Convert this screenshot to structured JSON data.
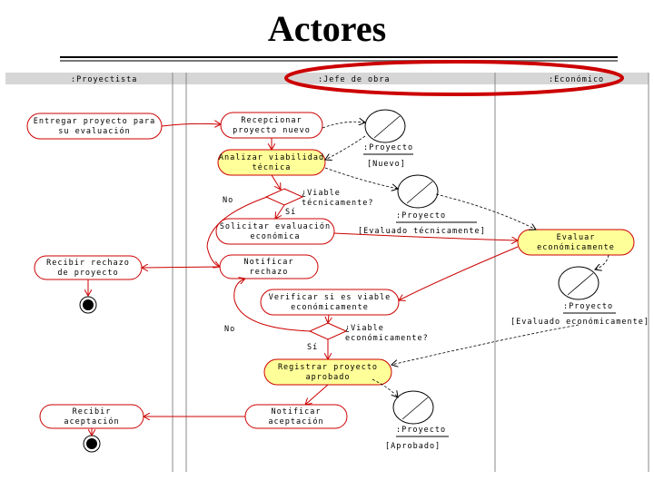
{
  "title": "Actores",
  "lanes": [
    ":Proyectista",
    ":Jefe de obra",
    ":Económico"
  ],
  "activities": {
    "entregar": [
      "Entregar proyecto para",
      "su evaluación"
    ],
    "recepcionar": [
      "Recepcionar",
      "proyecto nuevo"
    ],
    "analizar": [
      "Analizar viabilidad",
      "técnica"
    ],
    "solicitar": [
      "Solicitar evaluación",
      "económica"
    ],
    "evaluar": [
      "Evaluar",
      "económicamente"
    ],
    "recibir_rechazo": [
      "Recibir rechazo",
      "de proyecto"
    ],
    "notificar_rechazo": [
      "Notificar",
      "rechazo"
    ],
    "verificar": [
      "Verificar si es viable",
      "económicamente"
    ],
    "registrar": [
      "Registrar proyecto",
      "aprobado"
    ],
    "recibir_aceptacion": [
      "Recibir",
      "aceptación"
    ],
    "notificar_aceptacion": [
      "Notificar",
      "aceptación"
    ]
  },
  "decisions": {
    "tecnica": {
      "question": [
        "¿Viable",
        "técnicamente?"
      ],
      "no": "No",
      "si": "Sí"
    },
    "economica": {
      "question": [
        "¿Viable",
        "económicamente?"
      ],
      "no": "No",
      "si": "Sí"
    }
  },
  "objects": {
    "nuevo": {
      "name": ":Proyecto",
      "state": "[Nuevo]"
    },
    "evaluado_tecnica": {
      "name": ":Proyecto",
      "state": "[Evaluado técnicamente]"
    },
    "evaluado_economica": {
      "name": ":Proyecto",
      "state": "[Evaluado económicamente]"
    },
    "aprobado": {
      "name": ":Proyecto",
      "state": "[Aprobado]"
    }
  },
  "colors": {
    "highlight": "#ffff99",
    "annotation": "#cc0000"
  }
}
